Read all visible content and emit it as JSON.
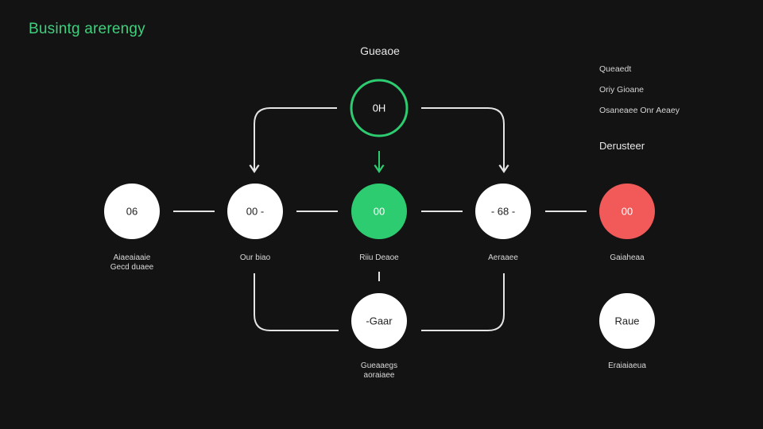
{
  "title": "Busintg arerengy",
  "heading": "Gueaoe",
  "side_panel": {
    "items": [
      "Queaedt",
      "Oriy Gioane",
      "Osaneaee Onr Aeaey"
    ],
    "heading": "Derusteer"
  },
  "colors": {
    "background": "#131313",
    "accent_green": "#2ecc71",
    "accent_red": "#f25a5a",
    "node_fill": "#ffffff",
    "line": "#e4e4e4"
  },
  "nodes": [
    {
      "id": "n1",
      "label": "06",
      "caption": [
        "Aiaeaiaaie",
        "Gecd duaee"
      ],
      "style": "white"
    },
    {
      "id": "n2",
      "label": "00 -",
      "caption": [
        "Our biao"
      ],
      "style": "white"
    },
    {
      "id": "n3",
      "label": "0H",
      "caption": [],
      "style": "outline-green"
    },
    {
      "id": "n4",
      "label": "00",
      "caption": [
        "Riiu Deaoe"
      ],
      "style": "green"
    },
    {
      "id": "n5",
      "label": "- 68 -",
      "caption": [
        "Aeraaee"
      ],
      "style": "white"
    },
    {
      "id": "n6",
      "label": "00",
      "caption": [
        "Gaiaheaa"
      ],
      "style": "red"
    },
    {
      "id": "n7",
      "label": "-Gaar",
      "caption": [
        "Gueaaegs",
        "aoraiaee"
      ],
      "style": "white"
    },
    {
      "id": "n8",
      "label": "Raue",
      "caption": [
        "Eraiaiaeua"
      ],
      "style": "white"
    }
  ]
}
